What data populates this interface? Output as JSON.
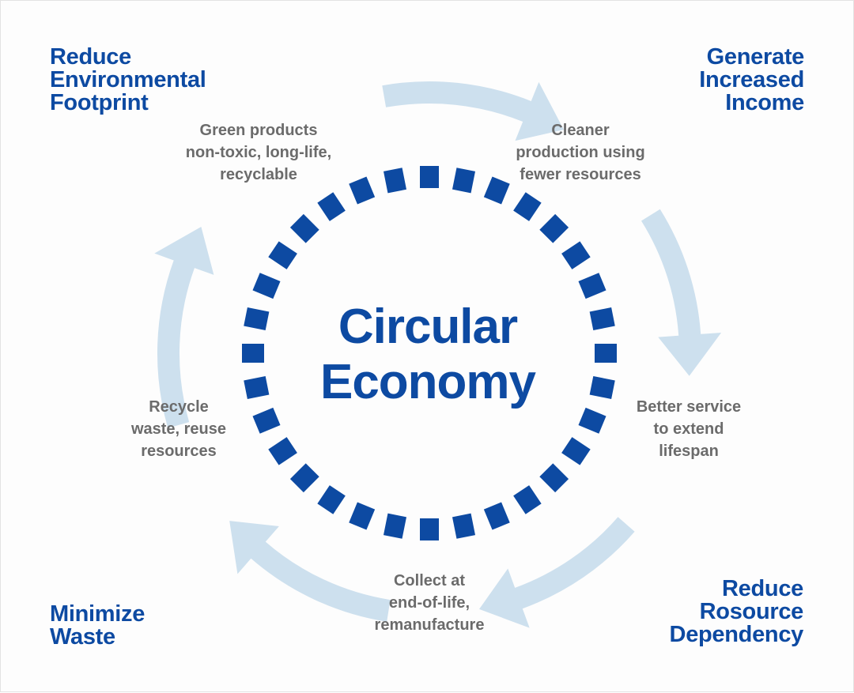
{
  "colors": {
    "brand_blue": "#0d4aa2",
    "text_gray": "#6b6b6b",
    "arrow_light_blue": "#cde0ee"
  },
  "center": {
    "line1": "Circular",
    "line2": "Economy"
  },
  "corners": {
    "top_left": [
      "Reduce",
      "Environmental",
      "Footprint"
    ],
    "top_right": [
      "Generate",
      "Increased",
      "Income"
    ],
    "bottom_right": [
      "Reduce",
      "Rosource",
      "Dependency"
    ],
    "bottom_left": [
      "Minimize",
      "Waste"
    ]
  },
  "steps": {
    "green_products": [
      "Green products",
      "non-toxic, long-life,",
      "recyclable"
    ],
    "cleaner_production": [
      "Cleaner",
      "production using",
      "fewer resources"
    ],
    "better_service": [
      "Better service",
      "to extend",
      "lifespan"
    ],
    "collect": [
      "Collect at",
      "end-of-life,",
      "remanufacture"
    ],
    "recycle": [
      "Recycle",
      "waste, reuse",
      "resources"
    ]
  },
  "dotted_ring": {
    "dash_count": 32
  }
}
